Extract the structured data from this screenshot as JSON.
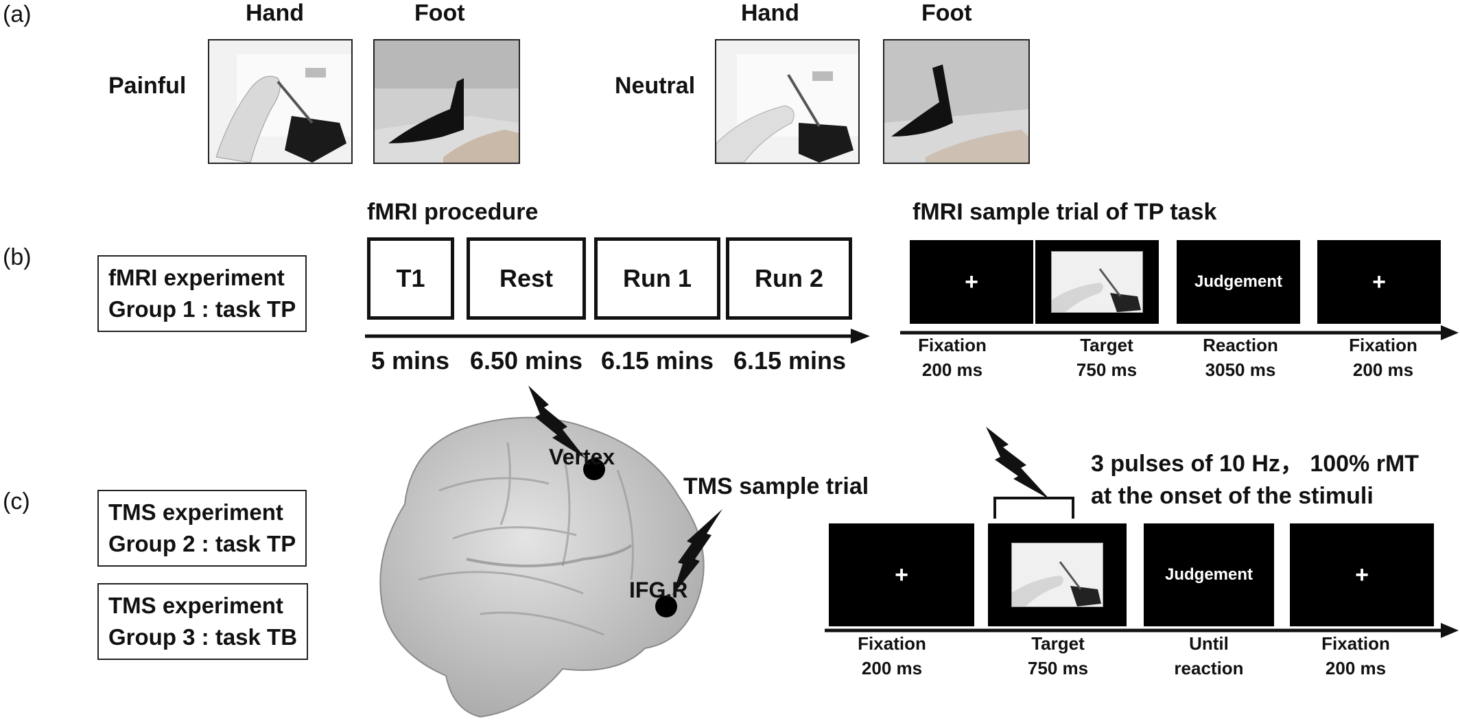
{
  "panel_a": {
    "letter": "(a)",
    "row_painful": "Painful",
    "row_neutral": "Neutral",
    "col_hand_1": "Hand",
    "col_foot_1": "Foot",
    "col_hand_2": "Hand",
    "col_foot_2": "Foot"
  },
  "panel_b": {
    "letter": "(b)",
    "experiment_line1": "fMRI experiment",
    "experiment_line2": "Group 1 : task TP",
    "procedure_title": "fMRI procedure",
    "procedure_steps": [
      {
        "label": "T1",
        "duration": "5 mins"
      },
      {
        "label": "Rest",
        "duration": "6.50 mins"
      },
      {
        "label": "Run 1",
        "duration": "6.15 mins"
      },
      {
        "label": "Run 2",
        "duration": "6.15 mins"
      }
    ],
    "trial_title": "fMRI sample trial of TP task",
    "trial_screens": [
      {
        "content": "+",
        "caption_line1": "Fixation",
        "caption_line2": "200 ms"
      },
      {
        "content": "",
        "caption_line1": "Target",
        "caption_line2": "750 ms"
      },
      {
        "content": "Judgement",
        "caption_line1": "Reaction",
        "caption_line2": "3050 ms"
      },
      {
        "content": "+",
        "caption_line1": "Fixation",
        "caption_line2": "200 ms"
      }
    ]
  },
  "panel_c": {
    "letter": "(c)",
    "tms_group2_line1": "TMS experiment",
    "tms_group2_line2": "Group 2 : task TP",
    "tms_group3_line1": "TMS experiment",
    "tms_group3_line2": "Group 3 : task TB",
    "site_vertex": "Vertex",
    "site_ifg": "IFG.R",
    "trial_title": "TMS sample trial",
    "pulse_line1": "3 pulses of 10 Hz， 100% rMT",
    "pulse_line2": "at the onset of the stimuli",
    "trial_screens": [
      {
        "content": "+",
        "caption_line1": "Fixation",
        "caption_line2": "200 ms"
      },
      {
        "content": "",
        "caption_line1": "Target",
        "caption_line2": "750 ms"
      },
      {
        "content": "Judgement",
        "caption_line1": "Until",
        "caption_line2": "reaction"
      },
      {
        "content": "+",
        "caption_line1": "Fixation",
        "caption_line2": "200 ms"
      }
    ]
  },
  "colors": {
    "ink": "#111111",
    "screen": "#000000",
    "brain": "#c8c8c8"
  }
}
